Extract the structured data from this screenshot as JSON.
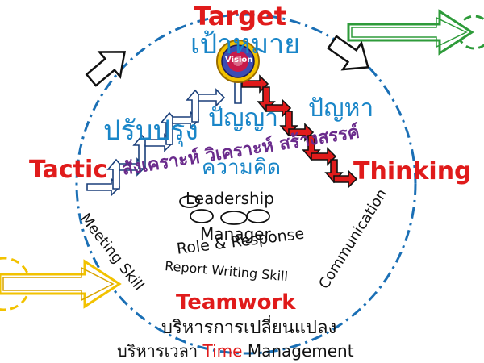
{
  "diagram": {
    "target": "Target",
    "goal": "เป้าหมาย",
    "vision": "Vision",
    "improve": "ปรับปรุง",
    "wisdom": "ปัญญา",
    "problem": "ปัญหา",
    "knowledge": "ความคิด",
    "tactic": "Tactic",
    "thinking": "Thinking",
    "synthesize_analyze_create": "สังเคราะห์ วิเคราะห์ สร้างสรรค์",
    "leadership": "Leadership",
    "manager": "Manager",
    "role_response": "Role & Response",
    "report_writing": "Report Writing Skill",
    "meeting_skill": "Meeting Skill",
    "communication": "Communication",
    "teamwork": "Teamwork",
    "change_management": "บริหารการเปลี่ยนแปลง",
    "time_management_prefix": "บริหารเวลา",
    "time_word": "Time",
    "management_word": "Management"
  },
  "colors": {
    "circle": "#1a6fb5",
    "red": "#e01b1b",
    "purple": "#6a2b8c",
    "green": "#2e9b3a",
    "yellow": "#f2c200",
    "gold": "#d9a400"
  }
}
